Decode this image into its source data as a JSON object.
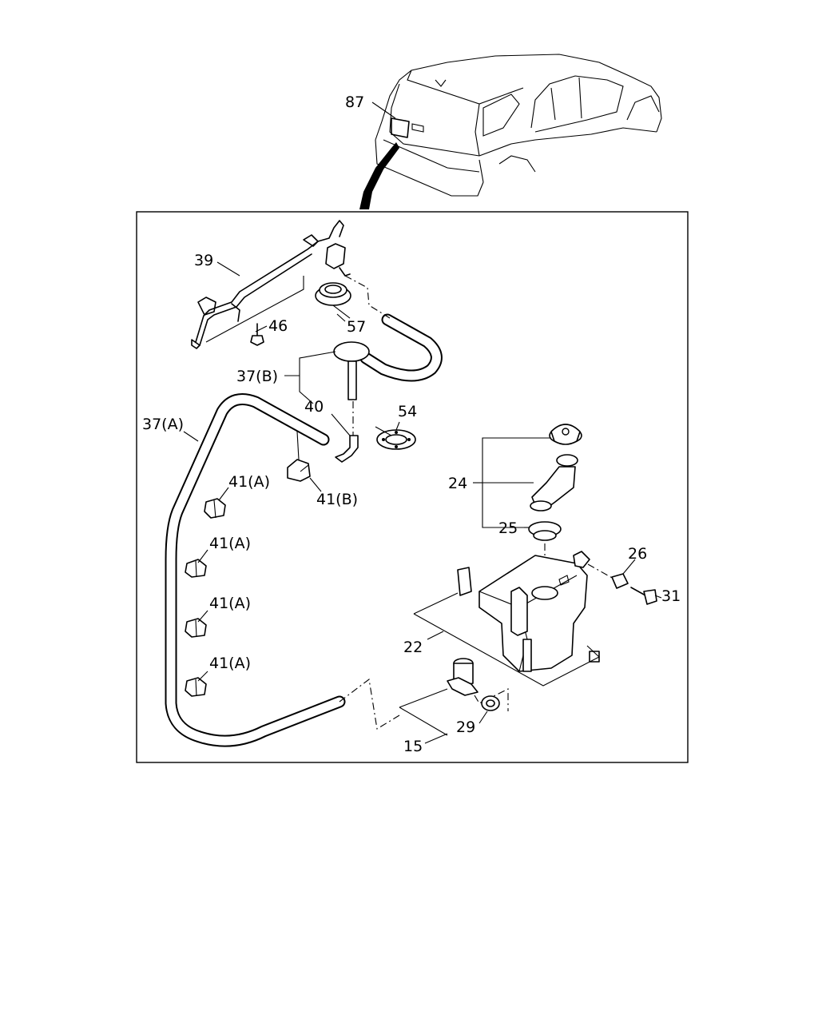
{
  "labels": {
    "p87": "87",
    "p39": "39",
    "p46": "46",
    "p57": "57",
    "p37b": "37(B)",
    "p37a": "37(A)",
    "p40": "40",
    "p54": "54",
    "p41b": "41(B)",
    "p41a_1": "41(A)",
    "p41a_2": "41(A)",
    "p41a_3": "41(A)",
    "p41a_4": "41(A)",
    "p24": "24",
    "p25": "25",
    "p26": "26",
    "p31": "31",
    "p22": "22",
    "p29": "29",
    "p15": "15"
  }
}
